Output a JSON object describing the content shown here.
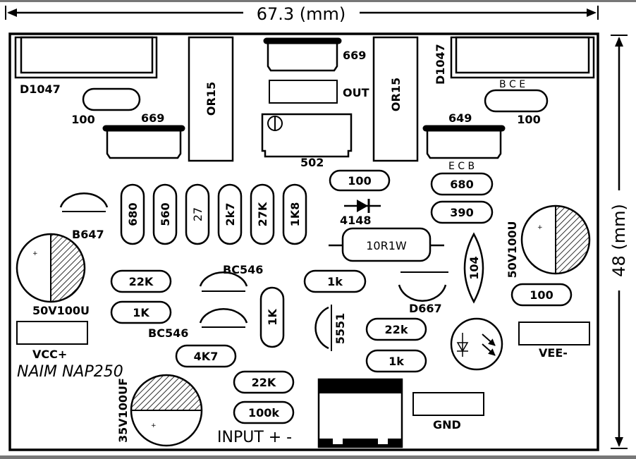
{
  "dim_width": "67.3 (mm)",
  "dim_height": "48 (mm)",
  "title": "NAIM NAP250",
  "input_label": "INPUT + -",
  "labels": {
    "d1047_left": "D1047",
    "d1047_right": "D1047",
    "r100_left": "100",
    "t669_left": "669",
    "t669_top": "669",
    "or15_left": "OR15",
    "or15_right": "OR15",
    "out": "OUT",
    "pot502": "502",
    "t649": "649",
    "bce": "B C E",
    "ecb": "E C B",
    "r100_right": "100",
    "r100_mid": "100",
    "r680_right": "680",
    "r390": "390",
    "d4148": "4148",
    "r10r1w": "10R1W",
    "c104": "104",
    "cap_right": "50V100U",
    "r100_lowright": "100",
    "d667": "D667",
    "vee": "VEE-",
    "b647": "B647",
    "r680_v": "680",
    "r560_v": "560",
    "r27_v": "27",
    "r2k7_v": "2k7",
    "r27k_v": "27K",
    "r1k8_v": "1K8",
    "cap_left": "50V100U",
    "r22k_left": "22K",
    "r1k_left": "1K",
    "bc546_top": "BC546",
    "bc546_bottom": "BC546",
    "r1k_vert": "1K",
    "r1k_mid": "1k",
    "t5551": "5551",
    "r22k_mid": "22k",
    "r1k_lowmid": "1k",
    "vcc": "VCC+",
    "r4k7": "4K7",
    "r22k_low": "22K",
    "r100k": "100k",
    "cap_low": "35V100UF",
    "gnd": "GND"
  }
}
